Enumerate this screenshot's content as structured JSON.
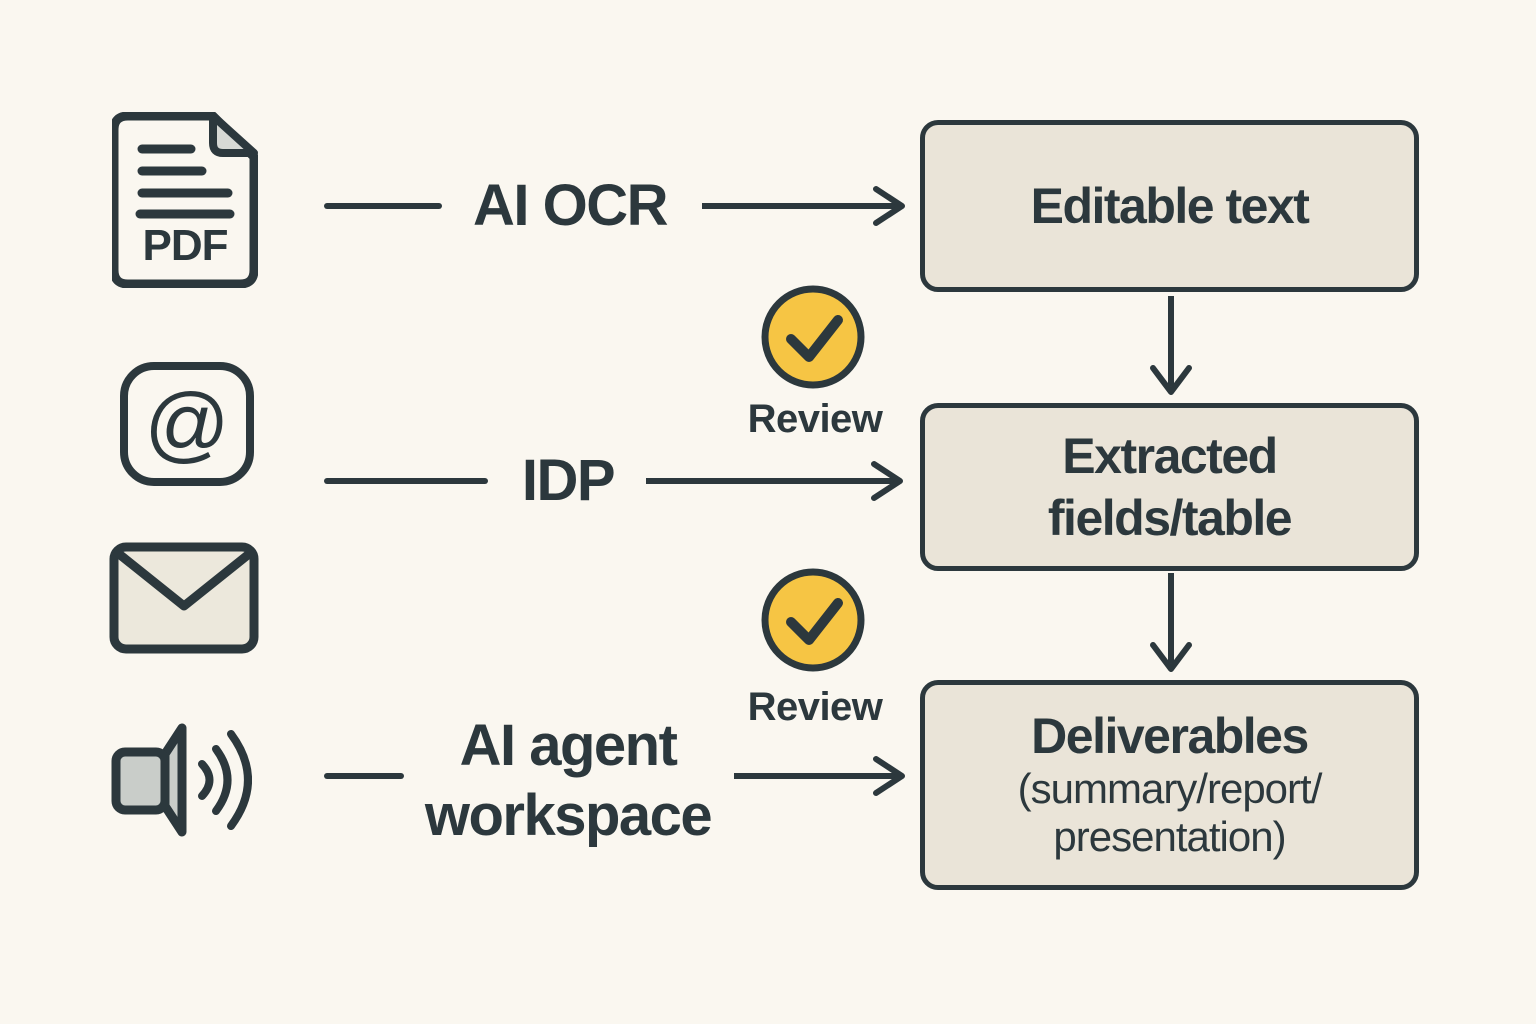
{
  "diagram": {
    "title_hint": "document-to-deliverables AI processing flow",
    "colors": {
      "background": "#FAF7F0",
      "box_fill": "#EAE4D8",
      "stroke_dark": "#2C383D",
      "accent_yellow": "#F6C544",
      "speaker_gray": "#C9CDC9",
      "envelope_fill": "#ECE8DC",
      "fold_gray": "#D7D9D5"
    },
    "sources": [
      {
        "icon": "pdf-document-icon",
        "badge": "PDF"
      },
      {
        "icon": "at-sign-icon",
        "glyph": "@"
      },
      {
        "icon": "envelope-icon"
      },
      {
        "icon": "speaker-audio-icon"
      }
    ],
    "processes": [
      {
        "label": "AI OCR"
      },
      {
        "label": "IDP"
      },
      {
        "label": "AI agent\nworkspace"
      }
    ],
    "reviews": [
      {
        "icon": "checkmark-icon",
        "label": "Review"
      },
      {
        "icon": "checkmark-icon",
        "label": "Review"
      }
    ],
    "outputs": [
      {
        "title": "Editable text"
      },
      {
        "title": "Extracted\nfields/table"
      },
      {
        "title": "Deliverables",
        "subtitle": "(summary/report/\npresentation)"
      }
    ]
  }
}
